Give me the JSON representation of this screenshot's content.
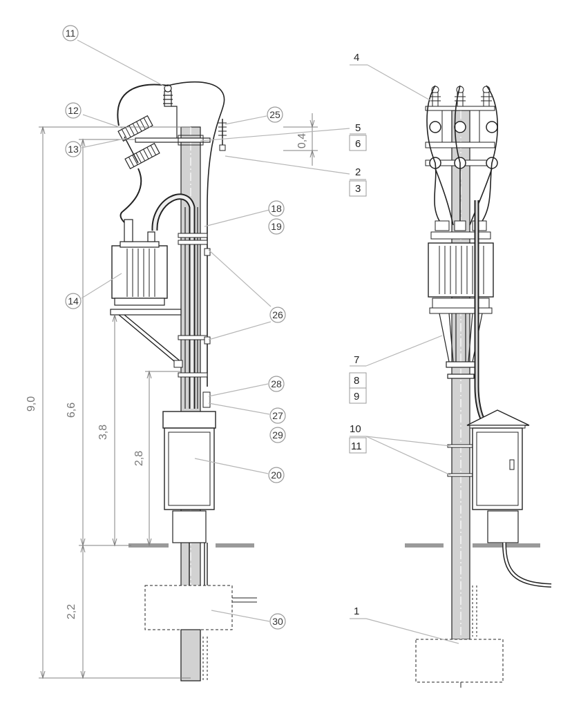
{
  "dimensions": {
    "total_height": "9,0",
    "above_ground": "6,6",
    "bracket_height": "3,8",
    "cabinet_height": "2,8",
    "below_ground": "2,2",
    "gap": "0,4"
  },
  "left_callouts": {
    "c11": "11",
    "c12": "12",
    "c13": "13",
    "c14": "14",
    "c25": "25",
    "c18": "18",
    "c19": "19",
    "c26": "26",
    "c28": "28",
    "c27": "27",
    "c29": "29",
    "c20": "20",
    "c30": "30"
  },
  "mid_labels": {
    "l5": "5",
    "l6": "6",
    "l2": "2",
    "l3": "3"
  },
  "right_labels": {
    "l4": "4",
    "l7": "7",
    "l8": "8",
    "l9": "9",
    "l10": "10",
    "l11": "11",
    "l1": "1"
  },
  "colors": {
    "line": "#222222",
    "leader": "#b5b5b5",
    "dim": "#808080",
    "pole_fill": "#d2d2d2",
    "ground": "#9a9a9a"
  }
}
